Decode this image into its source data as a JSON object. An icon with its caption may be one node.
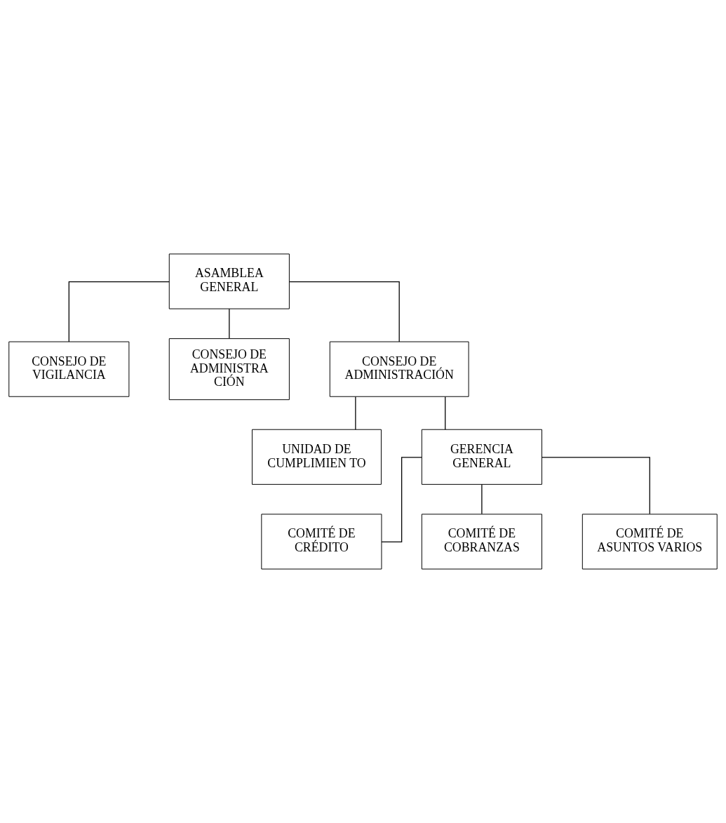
{
  "diagram": {
    "nodes": [
      {
        "text": [
          "ASAMBLEA GENERAL"
        ]
      },
      {
        "text": [
          "CONSEJO DE VIGILANCIA"
        ]
      },
      {
        "text": [
          "CONSEJO DE ADMINISTRA CIÓN"
        ]
      },
      {
        "text": [
          "CONSEJO DE ADMINISTRACIÓN"
        ]
      },
      {
        "text": [
          "UNIDAD DE CUMPLIMIEN TO"
        ]
      },
      {
        "text": [
          "GERENCIA GENERAL"
        ]
      },
      {
        "text": [
          "COMITÉ DE CRÉDITO"
        ]
      },
      {
        "text": [
          "COMITÉ DE COBRANZAS"
        ]
      },
      {
        "text": [
          "COMITÉ DE ASUNTOS VARIOS"
        ]
      }
    ],
    "edges": [
      {
        "from": 0,
        "to": 1,
        "arrow": "none"
      },
      {
        "from": 0,
        "to": 2,
        "arrow": "none"
      },
      {
        "from": 0,
        "to": 3,
        "arrow": "none"
      },
      {
        "from": 3,
        "to": 4,
        "arrow": "none"
      },
      {
        "from": 3,
        "to": 5,
        "arrow": "none"
      },
      {
        "from": 5,
        "to": 6,
        "arrow": "none"
      },
      {
        "from": 5,
        "to": 7,
        "arrow": "none"
      },
      {
        "from": 5,
        "to": 8,
        "arrow": "none"
      }
    ]
  }
}
